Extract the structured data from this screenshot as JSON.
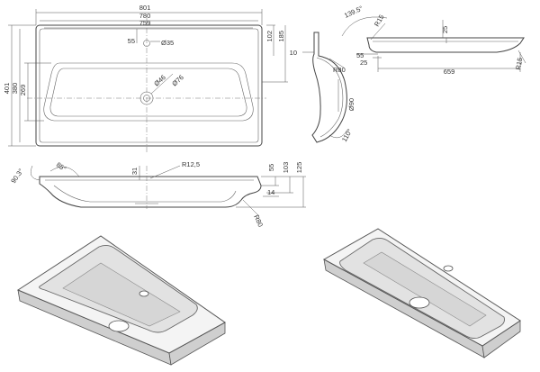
{
  "top_view": {
    "overall_width": "801",
    "inner_width": "780",
    "bowl_width": "759",
    "overall_depth": "401",
    "inner_depth": "380",
    "bowl_depth": "269",
    "tap_offset": "55",
    "tap_hole_diameter": "Ø35",
    "right_depth_top": "102",
    "right_depth_total": "185",
    "drain_diameter_inner": "Ø46",
    "drain_diameter_outer": "Ø76"
  },
  "side_section": {
    "lip": "10",
    "curve_radius": "R80",
    "drain_diameter": "Ø90",
    "angle": "110°"
  },
  "top_section": {
    "angle": "139.5°",
    "radius_left": "R15",
    "height": "25",
    "left_offset": "55",
    "right_offset": "25",
    "length": "659",
    "radius_right": "R15"
  },
  "front_section": {
    "angle_left": "90.3°",
    "angle_right": "85°",
    "depth": "31",
    "radius_top": "R12,5",
    "height_1": "55",
    "height_2": "103",
    "height_3": "125",
    "lip": "14",
    "radius_bottom": "R80"
  }
}
